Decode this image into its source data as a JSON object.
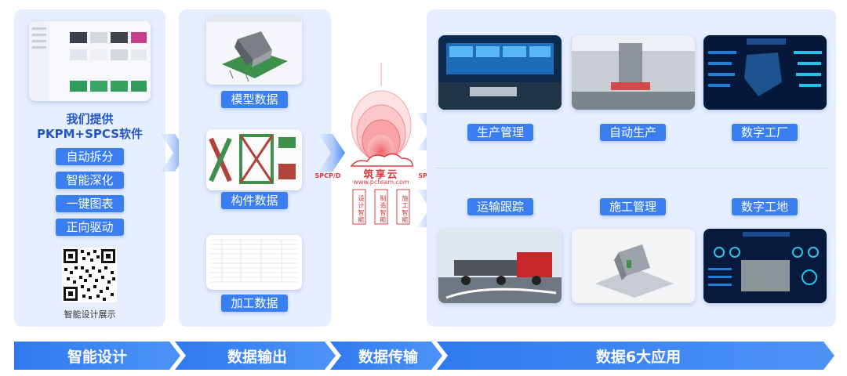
{
  "left": {
    "title_line1": "我们提供",
    "title_line2": "PKPM+SPCS软件",
    "features": [
      "自动拆分",
      "智能深化",
      "一键图表",
      "正向驱动"
    ],
    "qr_caption": "智能设计展示"
  },
  "data_output": {
    "items": [
      "模型数据",
      "构件数据",
      "加工数据"
    ]
  },
  "cloud": {
    "name": "筑享云",
    "url": "www.pcteam.com",
    "left_tag": "SPCP/D",
    "right_tag": "SPCM/AI",
    "pillars": [
      "设计智能",
      "制造智能",
      "施工智能"
    ]
  },
  "applications": {
    "top": [
      "生产管理",
      "自动生产",
      "数字工厂"
    ],
    "bottom": [
      "运输跟踪",
      "施工管理",
      "数字工地"
    ]
  },
  "bottom_bar": [
    "智能设计",
    "数据输出",
    "数据传输",
    "数据6大应用"
  ],
  "colors": {
    "accent": "#3b7ef0",
    "panel": "#e6efff",
    "cloud_red": "#e03a40"
  }
}
